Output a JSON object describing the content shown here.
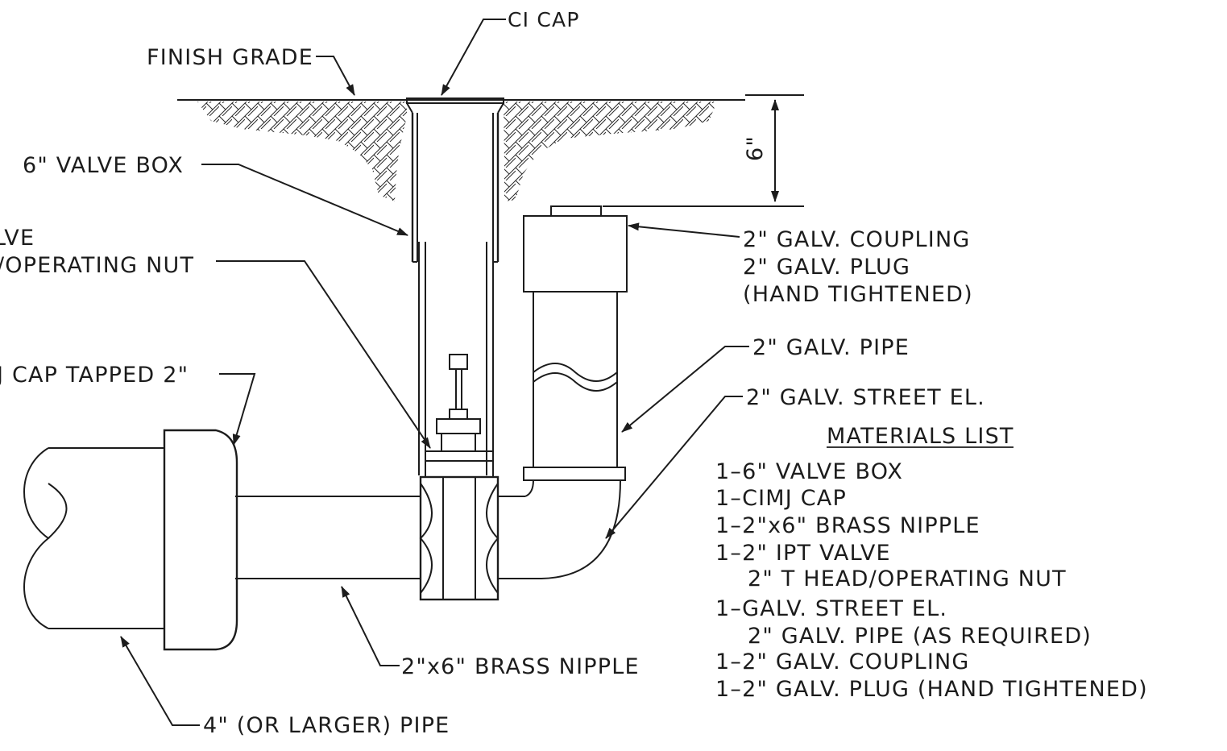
{
  "labels": {
    "ci_cap": "CI CAP",
    "finish_grade": "FINISH GRADE",
    "valve_box": "6\" VALVE BOX",
    "valve_partial": "LVE",
    "operating_nut_partial": "/OPERATING NUT",
    "cap_tapped": "J CAP TAPPED 2\"",
    "dimension": "6\"",
    "galv_coupling": "2\" GALV. COUPLING",
    "galv_plug": "2\" GALV. PLUG",
    "hand_tightened": "(HAND TIGHTENED)",
    "galv_pipe": "2\" GALV. PIPE",
    "street_el": "2\" GALV. STREET EL.",
    "brass_nipple": "2\"x6\" BRASS NIPPLE",
    "large_pipe": "4\" (OR LARGER) PIPE"
  },
  "materials": {
    "title": "MATERIALS LIST",
    "items": [
      "1–6\" VALVE BOX",
      "1–CIMJ CAP",
      "1–2\"x6\" BRASS NIPPLE",
      "1–2\" IPT VALVE",
      "2\" T HEAD/OPERATING NUT",
      "1–GALV. STREET EL.",
      "2\" GALV. PIPE (AS REQUIRED)",
      "1–2\" GALV. COUPLING",
      "1–2\" GALV. PLUG (HAND TIGHTENED)"
    ]
  }
}
